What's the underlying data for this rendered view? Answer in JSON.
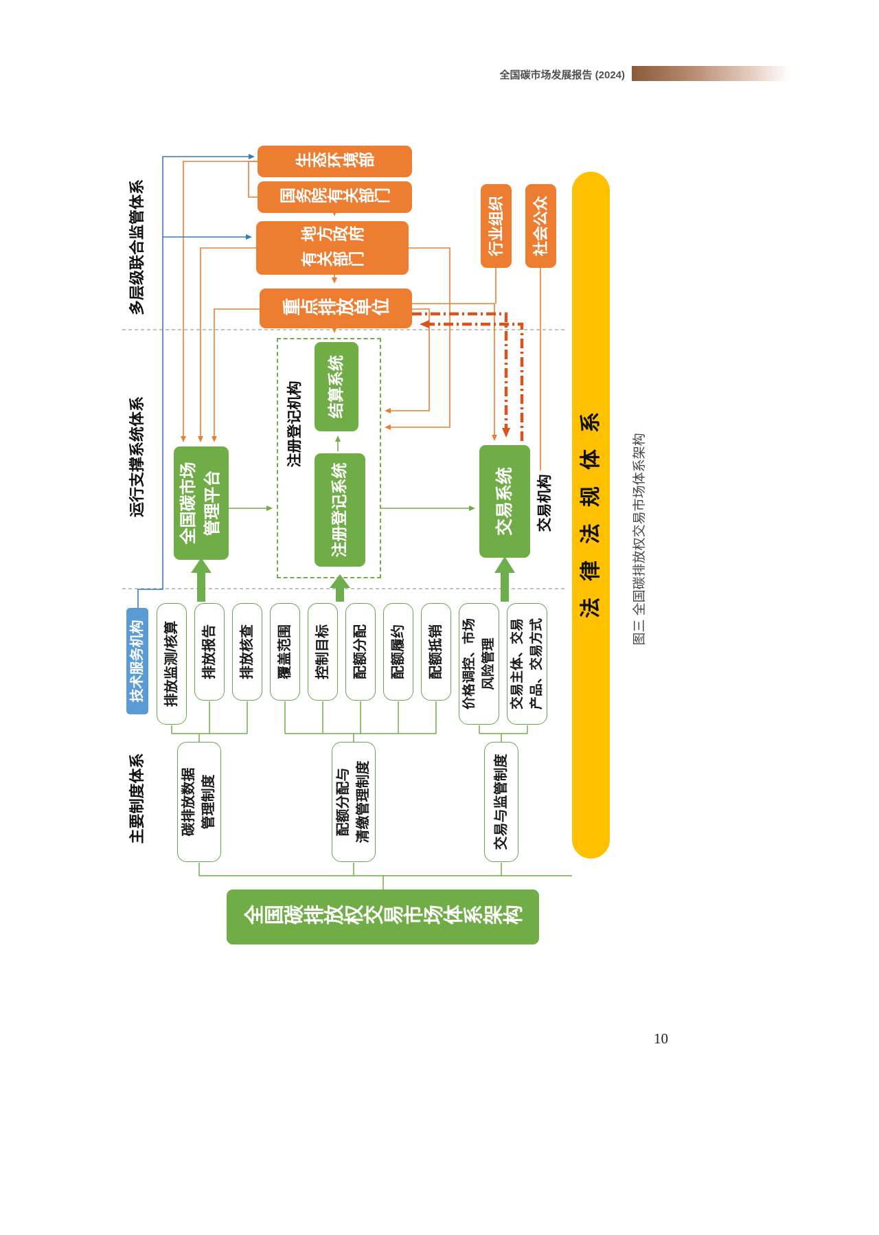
{
  "header": {
    "title": "全国碳市场发展报告 (2024)"
  },
  "footer": {
    "page_number": "10"
  },
  "figure": {
    "caption": "图三 全国碳排放权交易市场体系架构",
    "section_labels": {
      "regulation": "多层级联合监管体系",
      "support": "运行支撑系统体系",
      "tech_service": "技术服务机构",
      "institution": "主要制度体系"
    },
    "legal_bar": "法律法规体系",
    "root": "全国碳排放权交易市场体系架构",
    "gov": {
      "mee": "生态环境部",
      "state_council": "国务院有关部门",
      "local_gov": "地方政府\n有关部门",
      "key_emitters": "重点排放单位",
      "industry_org": "行业组织",
      "public": "社会公众"
    },
    "systems": {
      "platform": "全国碳市场\n管理平台",
      "registry_group": "注册登记机构",
      "registry": "注册登记系统",
      "settlement": "结算系统",
      "trading": "交易系统",
      "trading_org": "交易机构"
    },
    "mechanisms": [
      "排放监测/核算",
      "排放报告",
      "排放核查",
      "覆盖范围",
      "控制目标",
      "配额分配",
      "配额履约",
      "配额抵销",
      "价格调控、市场\n风险管理",
      "交易主体、交易\n产品、交易方式"
    ],
    "institutions": [
      "碳排放数据\n管理制度",
      "配额分配与\n清缴管理制度",
      "交易与监管制度"
    ]
  },
  "colors": {
    "orange": "#ED7D31",
    "green": "#70AD47",
    "blue": "#5B9BD5",
    "yellow": "#FFC000",
    "red_orange": "#D9531E"
  }
}
